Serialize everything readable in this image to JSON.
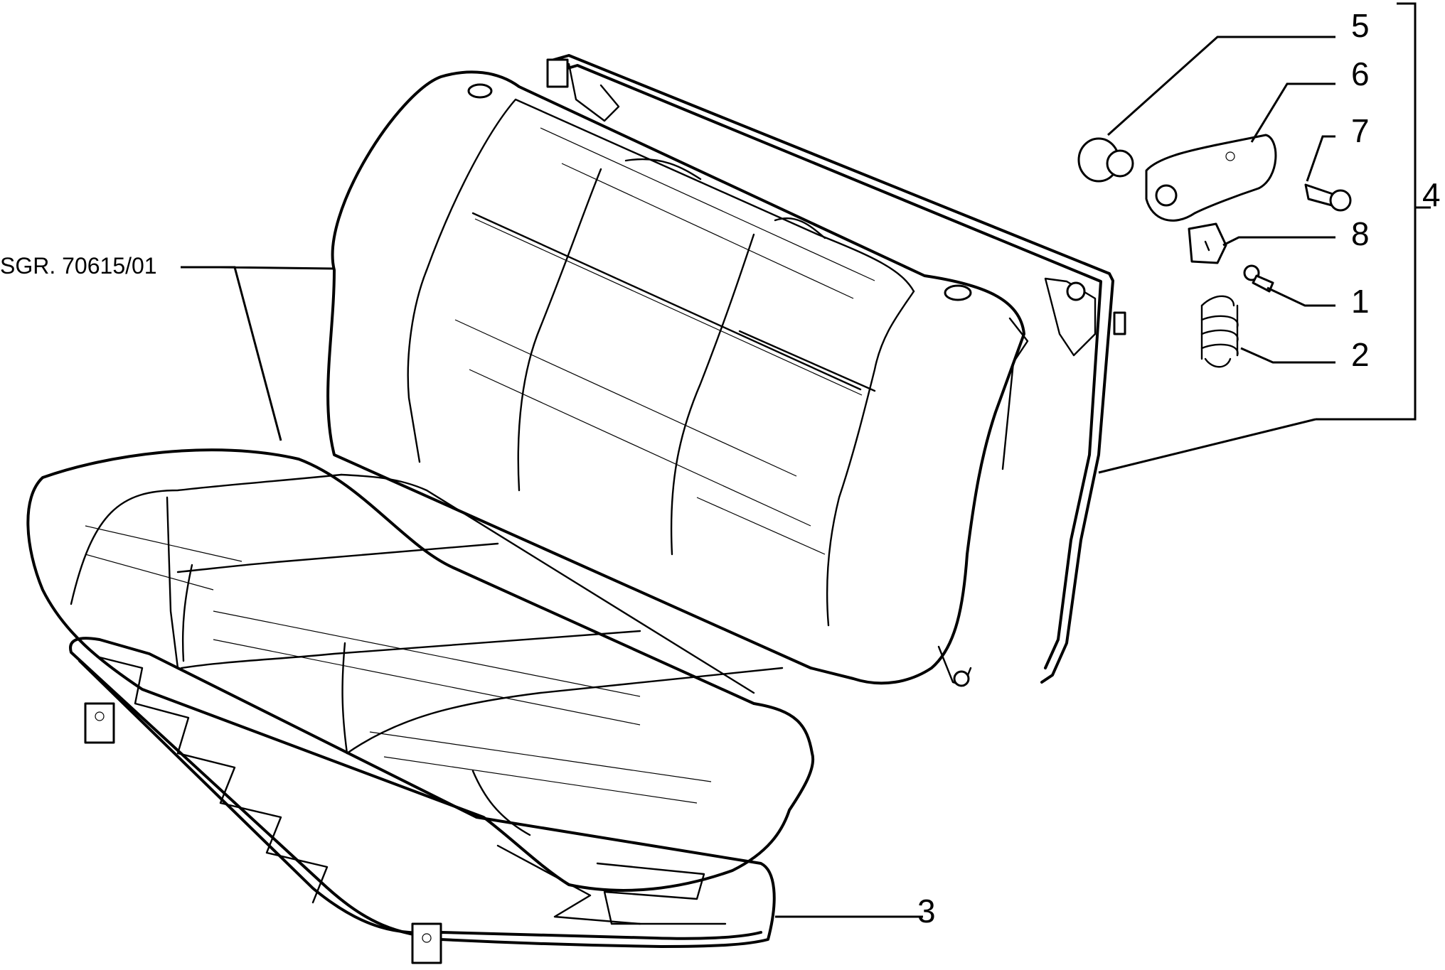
{
  "drawing": {
    "reference_code": "SGR. 70615/01",
    "callouts": [
      {
        "id": "5",
        "label": "5"
      },
      {
        "id": "6",
        "label": "6"
      },
      {
        "id": "7",
        "label": "7"
      },
      {
        "id": "4",
        "label": "4"
      },
      {
        "id": "8",
        "label": "8"
      },
      {
        "id": "1",
        "label": "1"
      },
      {
        "id": "2",
        "label": "2"
      },
      {
        "id": "3",
        "label": "3"
      }
    ]
  }
}
